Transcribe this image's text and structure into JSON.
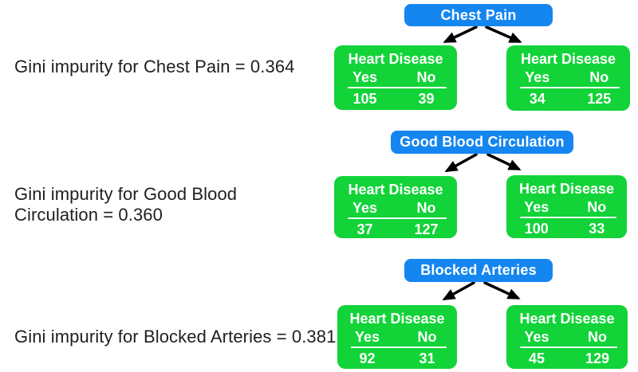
{
  "colors": {
    "root_node_blue": "#1586F0",
    "leaf_node_green": "#12D338",
    "arrow_black": "#000000",
    "caption_text": "#1F1F1F",
    "node_text": "#FFFFFF",
    "background": "#FFFFFF"
  },
  "sections": [
    {
      "caption_line1": "Gini impurity for Chest Pain = 0.364",
      "parent": "Chest Pain",
      "left": {
        "title": "Heart Disease",
        "yes_label": "Yes",
        "no_label": "No",
        "yes": "105",
        "no": "39"
      },
      "right": {
        "title": "Heart Disease",
        "yes_label": "Yes",
        "no_label": "No",
        "yes": "34",
        "no": "125"
      }
    },
    {
      "caption_line1": "Gini impurity for Good Blood",
      "caption_line2": "Circulation = 0.360",
      "parent": "Good Blood Circulation",
      "left": {
        "title": "Heart Disease",
        "yes_label": "Yes",
        "no_label": "No",
        "yes": "37",
        "no": "127"
      },
      "right": {
        "title": "Heart Disease",
        "yes_label": "Yes",
        "no_label": "No",
        "yes": "100",
        "no": "33"
      }
    },
    {
      "caption_line1": "Gini impurity for Blocked Arteries = 0.381",
      "parent": "Blocked Arteries",
      "left": {
        "title": "Heart Disease",
        "yes_label": "Yes",
        "no_label": "No",
        "yes": "92",
        "no": "31"
      },
      "right": {
        "title": "Heart Disease",
        "yes_label": "Yes",
        "no_label": "No",
        "yes": "45",
        "no": "129"
      }
    }
  ]
}
